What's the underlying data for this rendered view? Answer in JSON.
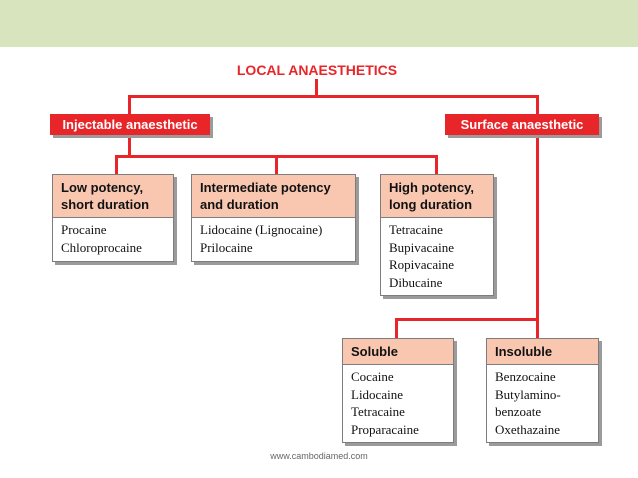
{
  "title": "LOCAL ANAESTHETICS",
  "injectable": {
    "label": "Injectable anaesthetic"
  },
  "surface": {
    "label": "Surface anaesthetic"
  },
  "low": {
    "heading": [
      "Low potency,",
      "short duration"
    ],
    "drugs": [
      "Procaine",
      "Chloroprocaine"
    ]
  },
  "intermediate": {
    "heading": [
      "Intermediate potency",
      "and duration"
    ],
    "drugs": [
      "Lidocaine (Lignocaine)",
      "Prilocaine"
    ]
  },
  "high": {
    "heading": [
      "High potency,",
      "long duration"
    ],
    "drugs": [
      "Tetracaine",
      "Bupivacaine",
      "Ropivacaine",
      "Dibucaine"
    ]
  },
  "soluble": {
    "heading": [
      "Soluble"
    ],
    "drugs": [
      "Cocaine",
      "Lidocaine",
      "Tetracaine",
      "Proparacaine"
    ]
  },
  "insoluble": {
    "heading": [
      "Insoluble"
    ],
    "drugs": [
      "Benzocaine",
      "Butylamino-",
      "benzoate",
      "Oxethazaine"
    ]
  },
  "footer": "www.cambodiamed.com",
  "colors": {
    "accent": "#e8262a",
    "card_header": "#f9c7b0",
    "top_band": "#d7e4bd"
  }
}
